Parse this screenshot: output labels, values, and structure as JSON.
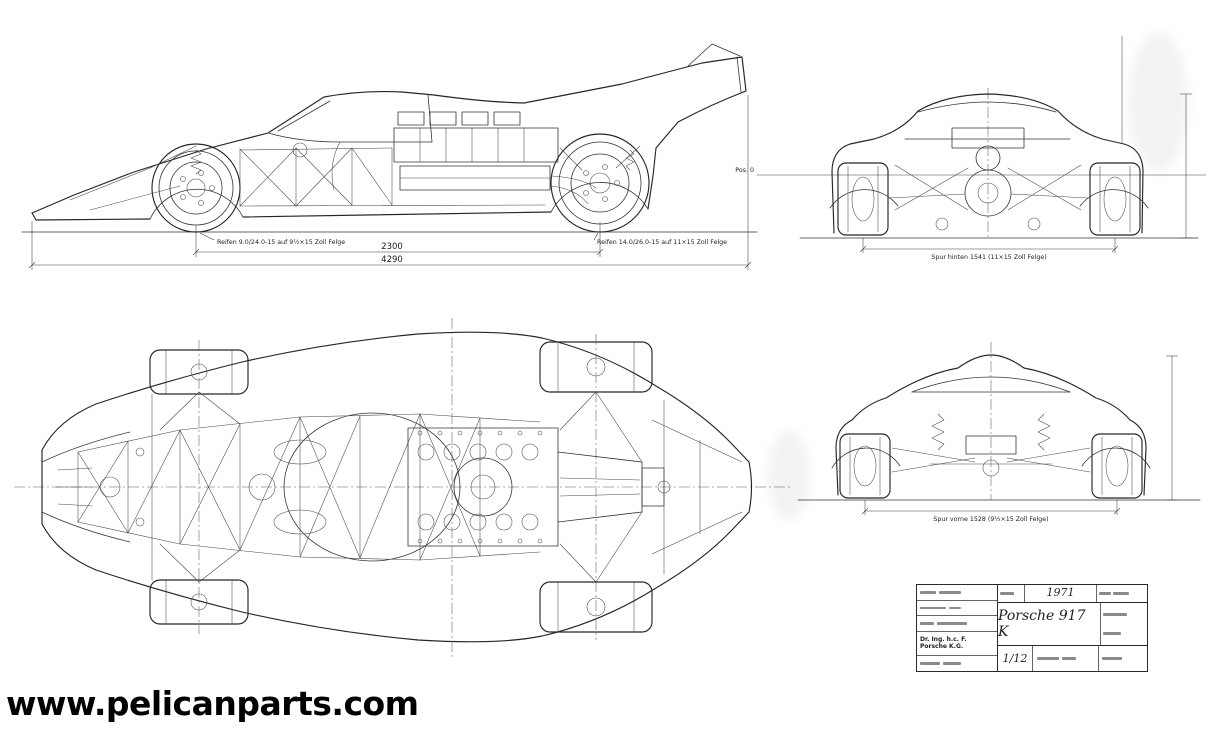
{
  "page": {
    "watermark": "www.pelicanparts.com"
  },
  "views": {
    "side": {
      "front_tire_note": "Reifen 9.0/24.0-15 auf 9½×15 Zoll Felge",
      "rear_tire_note": "Reifen 14.0/26.0-15 auf 11×15 Zoll Felge",
      "wheelbase": "2300",
      "overall_length": "4290"
    },
    "rear": {
      "datum_label": "Pos. 0",
      "track_note": "Spur hinten 1541 (11×15 Zoll Felge)"
    },
    "front": {
      "track_note": "Spur vorne 1528 (9½×15 Zoll Felge)"
    }
  },
  "title_block": {
    "company": "Dr. Ing. h.c. F. Porsche K.G.",
    "year": "1971",
    "model": "Porsche 917 K",
    "scale": "1/12"
  }
}
